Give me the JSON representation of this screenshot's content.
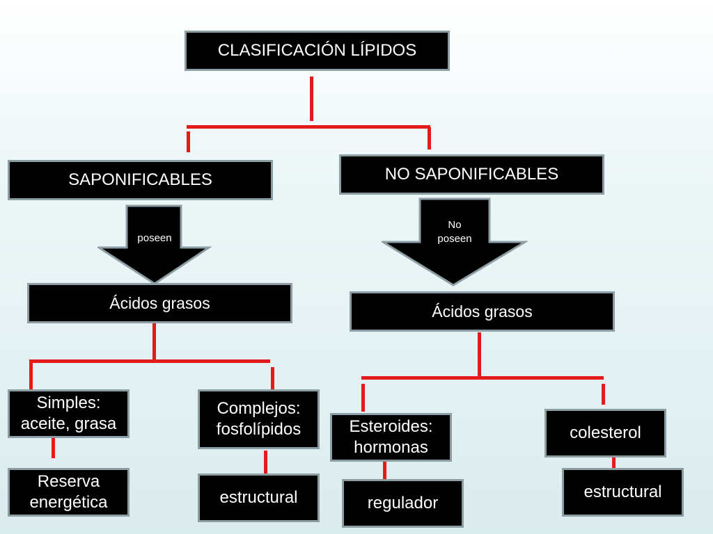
{
  "root": {
    "label": "CLASIFICACIÓN LÍPIDOS"
  },
  "left": {
    "category": "SAPONIFICABLES",
    "arrow_label": "poseen",
    "result": "Ácidos grasos",
    "children": [
      {
        "label": "Simples:\naceite, grasa",
        "function": "Reserva\nenergética"
      },
      {
        "label": "Complejos:\nfosfolípidos",
        "function": "estructural"
      }
    ]
  },
  "right": {
    "category": "NO SAPONIFICABLES",
    "arrow_label": "No\nposeen",
    "result": "Ácidos grasos",
    "children": [
      {
        "label": "Esteroides:\nhormonas",
        "function": "regulador"
      },
      {
        "label": "colesterol",
        "function": "estructural"
      }
    ]
  },
  "colors": {
    "connector": "#e41b1b",
    "box_fill": "#000000",
    "box_border": "#8c9ea3"
  }
}
